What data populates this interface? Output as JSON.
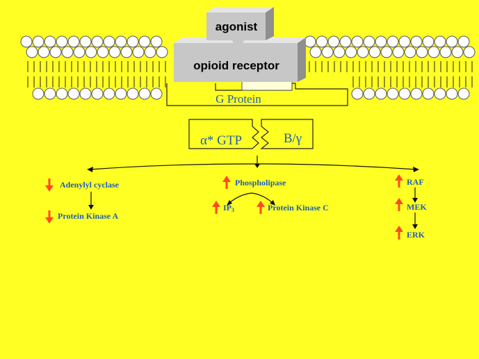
{
  "agonist_label": "agonist",
  "receptor_label": "opioid receptor",
  "g_protein_label": "G Protein",
  "alpha_label": "α* GTP",
  "beta_gamma_label": "B/γ",
  "pathways": {
    "left": {
      "top": "Adenylyl cyclase",
      "bottom": "Protein Kinase A",
      "direction": "down"
    },
    "middle": {
      "top": "Phospholipase",
      "branch_left": "IP",
      "branch_left_sub": "3",
      "branch_right": "Protein Kinase C",
      "direction": "up"
    },
    "right": {
      "items": [
        "RAF",
        "MEK",
        "ERK"
      ],
      "direction": "up"
    }
  },
  "colors": {
    "background": "#ffff24",
    "text_blue": "#1f5fb4",
    "arrow_red": "#ff4a1a",
    "box_gray": "#c7c7c7",
    "box_gray_dark": "#8f8f8f"
  }
}
